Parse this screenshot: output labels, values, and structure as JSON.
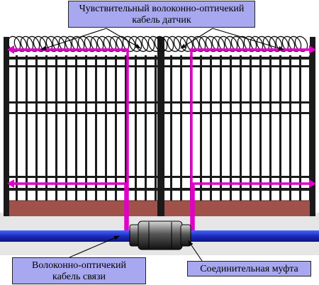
{
  "labels": {
    "sensor_line1": "Чувствительный волоконно-оптичекий",
    "sensor_line2": "кабель датчик",
    "comm_line1": "Волоконно-оптичекий",
    "comm_line2": "кабель связи",
    "coupler": "Соединительная муфта"
  },
  "colors": {
    "sensor_cable": "#e000c8",
    "comm_cable": "#2233cc",
    "fence_metal": "#1a1a1a",
    "brick_base": "#a0524a",
    "callout_bg": "#a8a8f0"
  },
  "icons": {
    "barbed_wire": "razor-wire-coil-icon",
    "coupler": "fiber-splice-coupler-icon"
  }
}
